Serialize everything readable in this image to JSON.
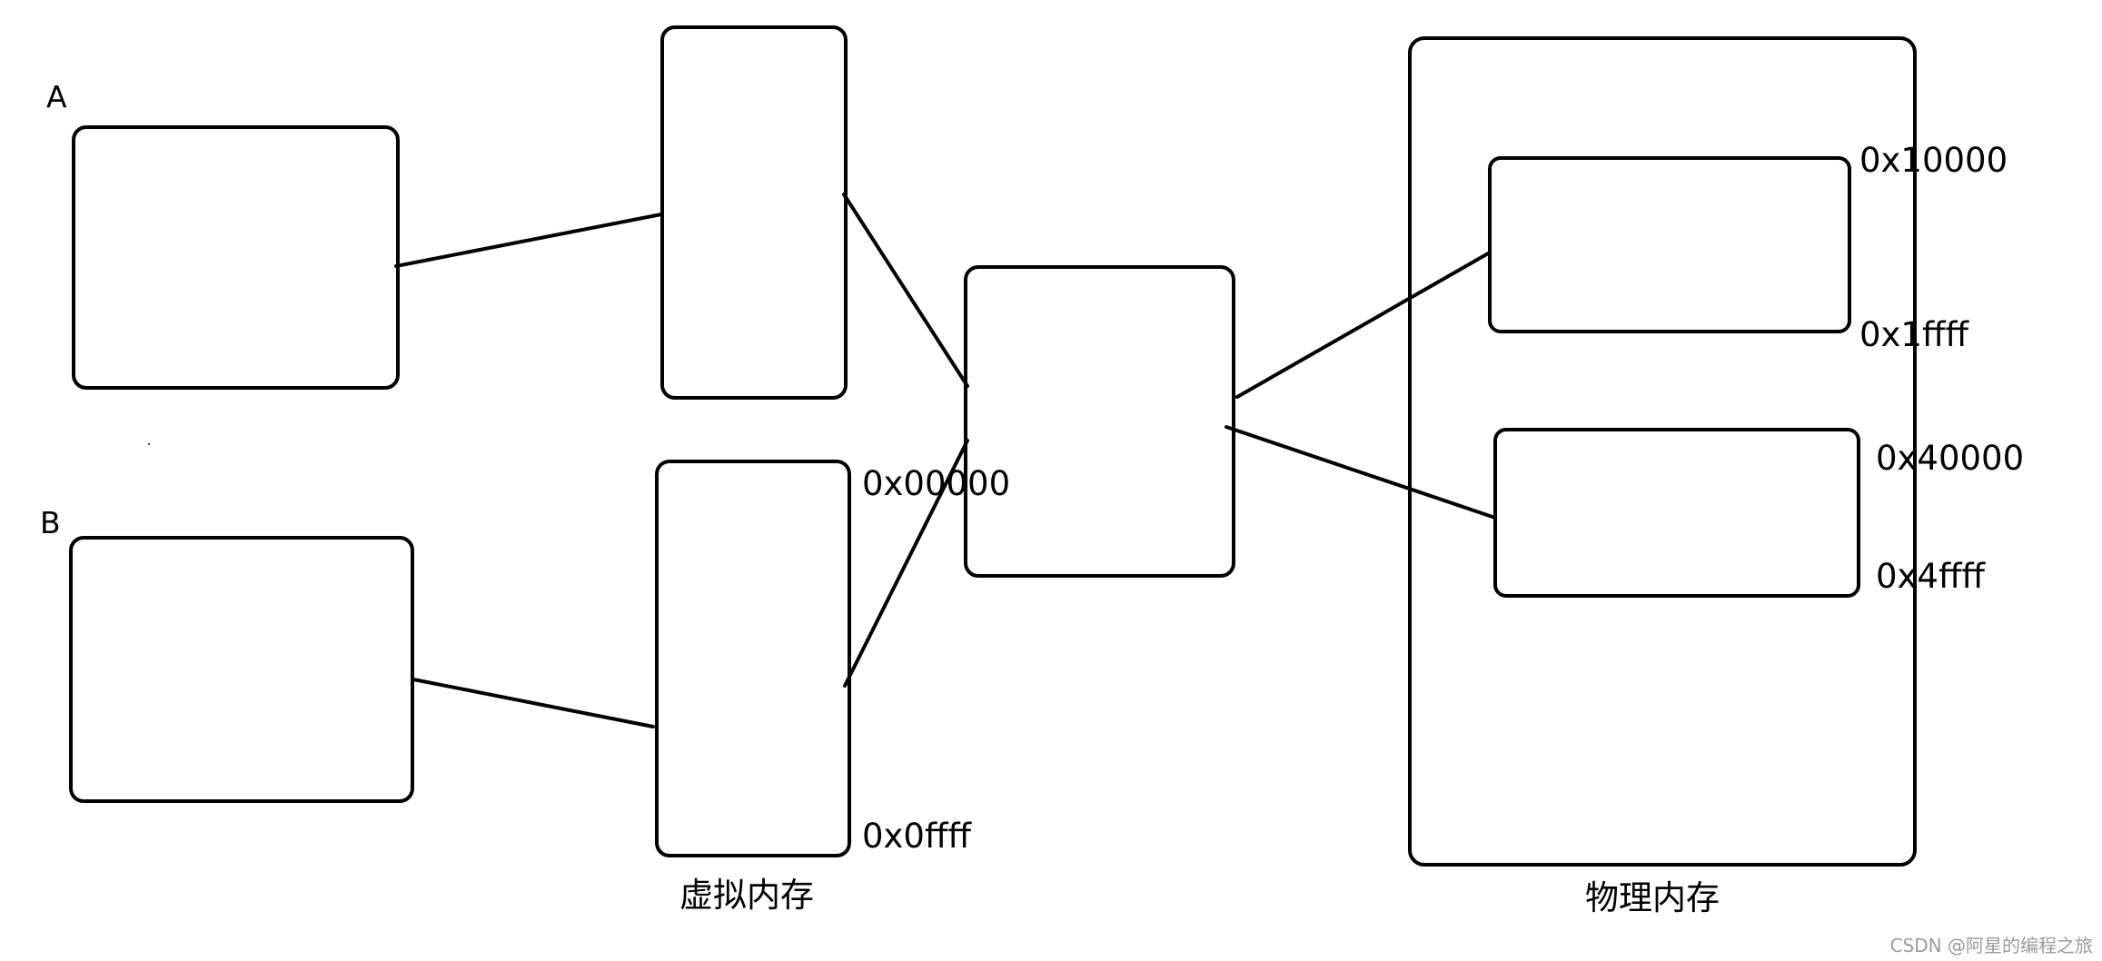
{
  "labels": {
    "process_a": "A",
    "process_b": "B",
    "virtual_memory": "虚拟内存",
    "physical_memory": "物理内存"
  },
  "addresses": {
    "virtual_start": "0x00000",
    "virtual_end": "0x0ffff",
    "physical_block1_start": "0x10000",
    "physical_block1_end": "0x1ffff",
    "physical_block2_start": "0x40000",
    "physical_block2_end": "0x4ffff"
  },
  "watermark": "CSDN @阿星的编程之旅",
  "colors": {
    "stroke": "#000000",
    "background": "#ffffff",
    "watermark": "#9a9a9a"
  }
}
